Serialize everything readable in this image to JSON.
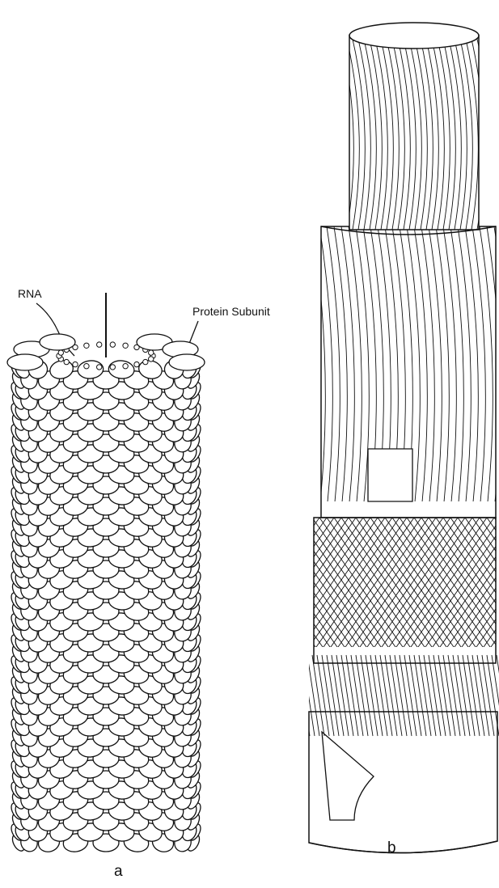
{
  "figure": {
    "panel_a": {
      "label": "a",
      "callouts": {
        "rna": "RNA",
        "protein": "Protein Subunit"
      }
    },
    "panel_b": {
      "label": "b"
    }
  },
  "colors": {
    "ink": "#111111",
    "paper": "#ffffff"
  }
}
